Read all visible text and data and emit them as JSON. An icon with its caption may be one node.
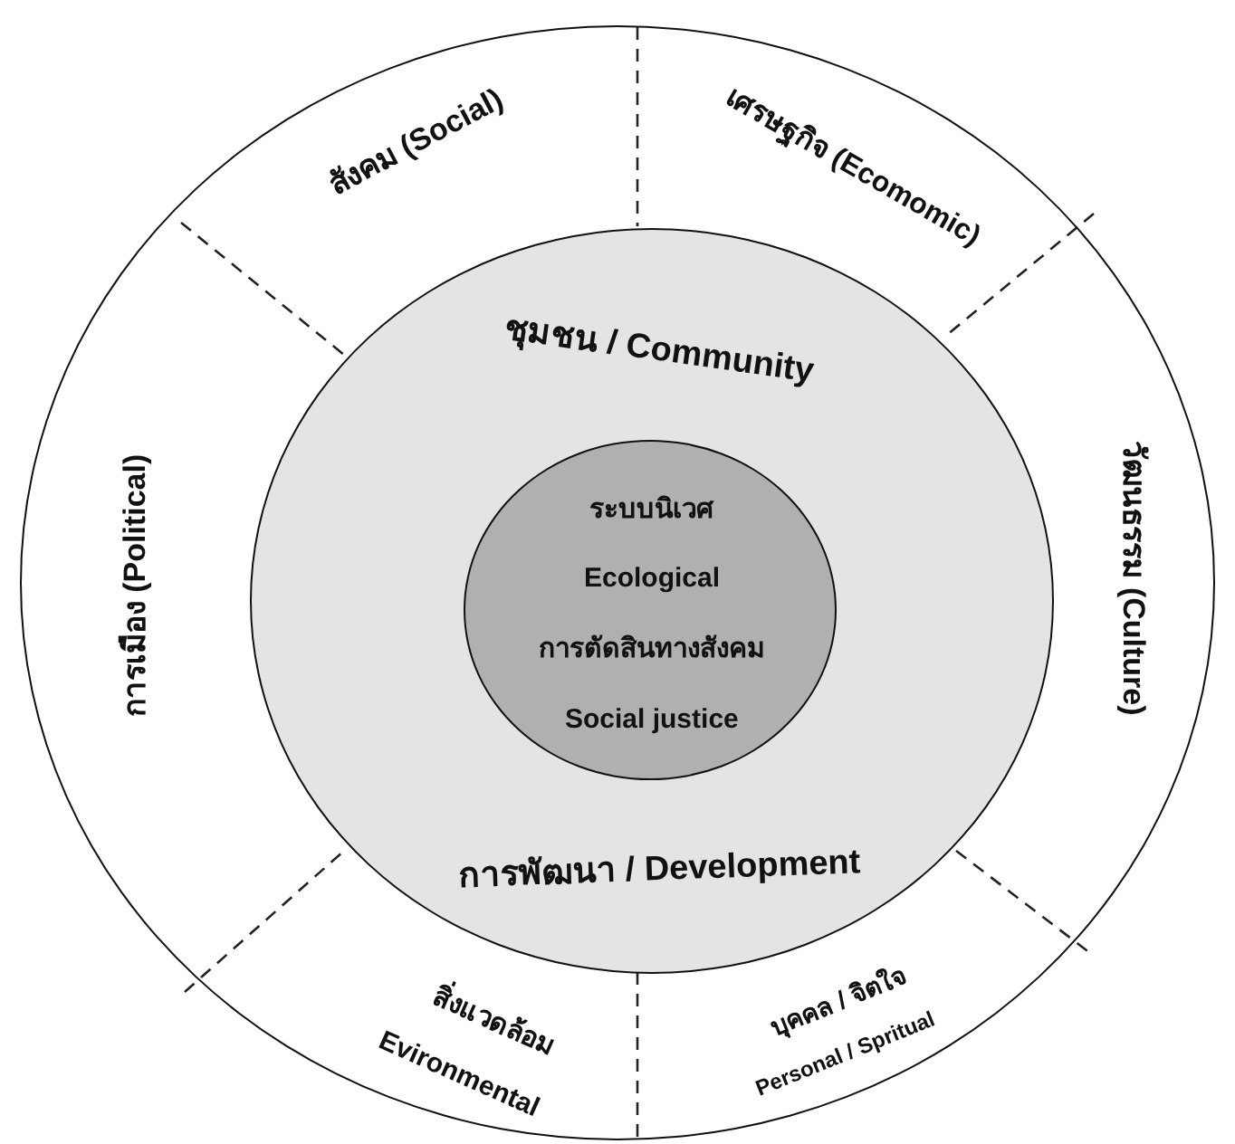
{
  "diagram": {
    "nodes": [
      {
        "text": [],
        "shape": "circle"
      },
      {
        "text": [
          "สังคม (Social)"
        ],
        "in": 0
      },
      {
        "text": [
          "เศรษฐกิจ (Ecomomic)"
        ],
        "in": 0
      },
      {
        "text": [
          "การเมือง (Political)"
        ],
        "in": 0
      },
      {
        "text": [
          "วัฒนธรรม (Culture)"
        ],
        "in": 0
      },
      {
        "text": [
          "สิ่งแวดล้อม",
          "Evironmental"
        ],
        "in": 0
      },
      {
        "text": [
          "บุคคล / จิตใจ",
          "Personal / Spritual"
        ],
        "in": 0
      },
      {
        "text": [
          "ชุมชน / Community",
          "การพัฒนา / Development"
        ],
        "in": 0
      },
      {
        "text": [
          "ระบบนิเวศ",
          "Ecological",
          "การตัดสินทางสังคม",
          "Social justice"
        ],
        "in": 7
      }
    ],
    "edges": []
  }
}
